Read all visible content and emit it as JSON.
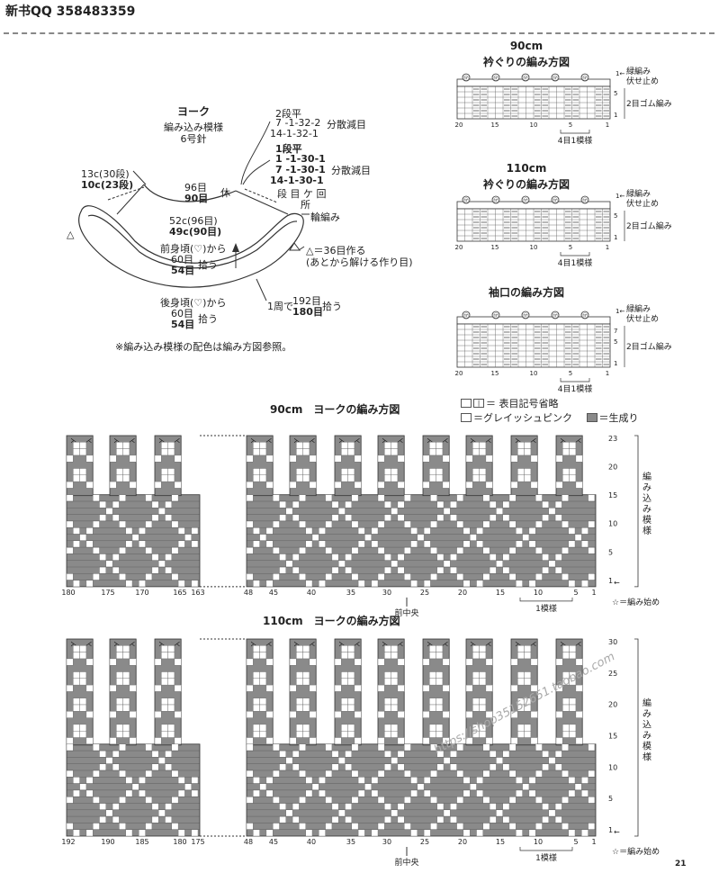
{
  "header": {
    "text": "新书QQ 358483359"
  },
  "yoke": {
    "title": "ヨーク",
    "subtitle": "編み込み模様",
    "needle": "6号針",
    "dec1": {
      "line1": "2段平",
      "line2": "7 -1-32-2",
      "line3": "14-1-32-1",
      "label": "分散減目"
    },
    "dec2": {
      "line1": "1段平",
      "line2": "1 -1-30-1",
      "line3": "7 -1-30-1",
      "line4": "14-1-30-1",
      "label": "分散減目",
      "legend": "段 目 ケ 回",
      "legend2": "所"
    },
    "height_a": "13c(30段)",
    "height_b": "10c(23段)",
    "top_a": "96目",
    "top_b": "90目",
    "top_note": "休",
    "circ_a": "52c(96目)",
    "circ_b": "49c(90目)",
    "rib_label": "輪編み",
    "front_label": "前身頃(♡)から",
    "front_a": "60目",
    "front_b": "54目",
    "pickup": "拾う",
    "triangle_note": "△＝36目作る",
    "triangle_note2": "(あとから解ける作り目)",
    "round_prefix": "1周で",
    "round_a": "192目",
    "round_b": "180目",
    "round_suffix": "拾う",
    "back_label": "後身頃(♡)から",
    "back_a": "60目",
    "back_b": "54目",
    "footnote": "※編み込み模様の配色は編み方図参照。",
    "triangle": "△"
  },
  "small_charts": [
    {
      "size": "90cm",
      "title": "衿ぐりの編み方図",
      "edge": "緑編み",
      "bind": "伏せ止め",
      "rib": "2目ゴム編み",
      "repeat": "4目1模様",
      "ticks": [
        "20",
        "15",
        "10",
        "5",
        "1"
      ],
      "rows": [
        "5",
        "1"
      ],
      "marker": "⑰"
    },
    {
      "size": "110cm",
      "title": "衿ぐりの編み方図",
      "edge": "緑編み",
      "bind": "伏せ止め",
      "rib": "2目ゴム編み",
      "repeat": "4目1模様",
      "ticks": [
        "20",
        "15",
        "10",
        "5",
        "1"
      ],
      "rows": [
        "5",
        "1"
      ],
      "marker": "⑰"
    },
    {
      "size": "",
      "title": "袖口の編み方図",
      "edge": "緑編み",
      "bind": "伏せ止め",
      "rib": "2目ゴム編み",
      "repeat": "4目1模様",
      "ticks": [
        "20",
        "15",
        "10",
        "5",
        "1"
      ],
      "rows": [
        "7",
        "5",
        "1"
      ],
      "marker": "⑰"
    }
  ],
  "legend": {
    "knit": "＝ 表目記号省略",
    "knit_symbol": "|",
    "gray": "＝グレイッシュピンク",
    "natural": "＝生成り"
  },
  "big_charts": [
    {
      "title": "90cm　ヨークの編み方図",
      "bottom_ticks": [
        "180",
        "175",
        "170",
        "165",
        "163",
        "48",
        "45",
        "40",
        "35",
        "30",
        "25",
        "20",
        "15",
        "10",
        "5",
        "1"
      ],
      "row_ticks": [
        "23",
        "20",
        "15",
        "10",
        "5",
        "1"
      ],
      "side_label": "編み込み模様",
      "center": "前中央",
      "repeat": "1模様",
      "start": "☆＝編み始め"
    },
    {
      "title": "110cm　ヨークの編み方図",
      "bottom_ticks": [
        "192",
        "190",
        "185",
        "180",
        "175",
        "48",
        "45",
        "40",
        "35",
        "30",
        "25",
        "20",
        "15",
        "10",
        "5",
        "1"
      ],
      "row_ticks": [
        "30",
        "25",
        "20",
        "15",
        "10",
        "5",
        "1"
      ],
      "side_label": "編み込み模様",
      "center": "前中央",
      "repeat": "1模様",
      "start": "☆＝編み始め"
    }
  ],
  "watermark": "https://shop35152651.taobao.com",
  "page_number": "21",
  "colors": {
    "natural": "#8a8a8a",
    "pink": "#ffffff",
    "line": "#333333"
  }
}
